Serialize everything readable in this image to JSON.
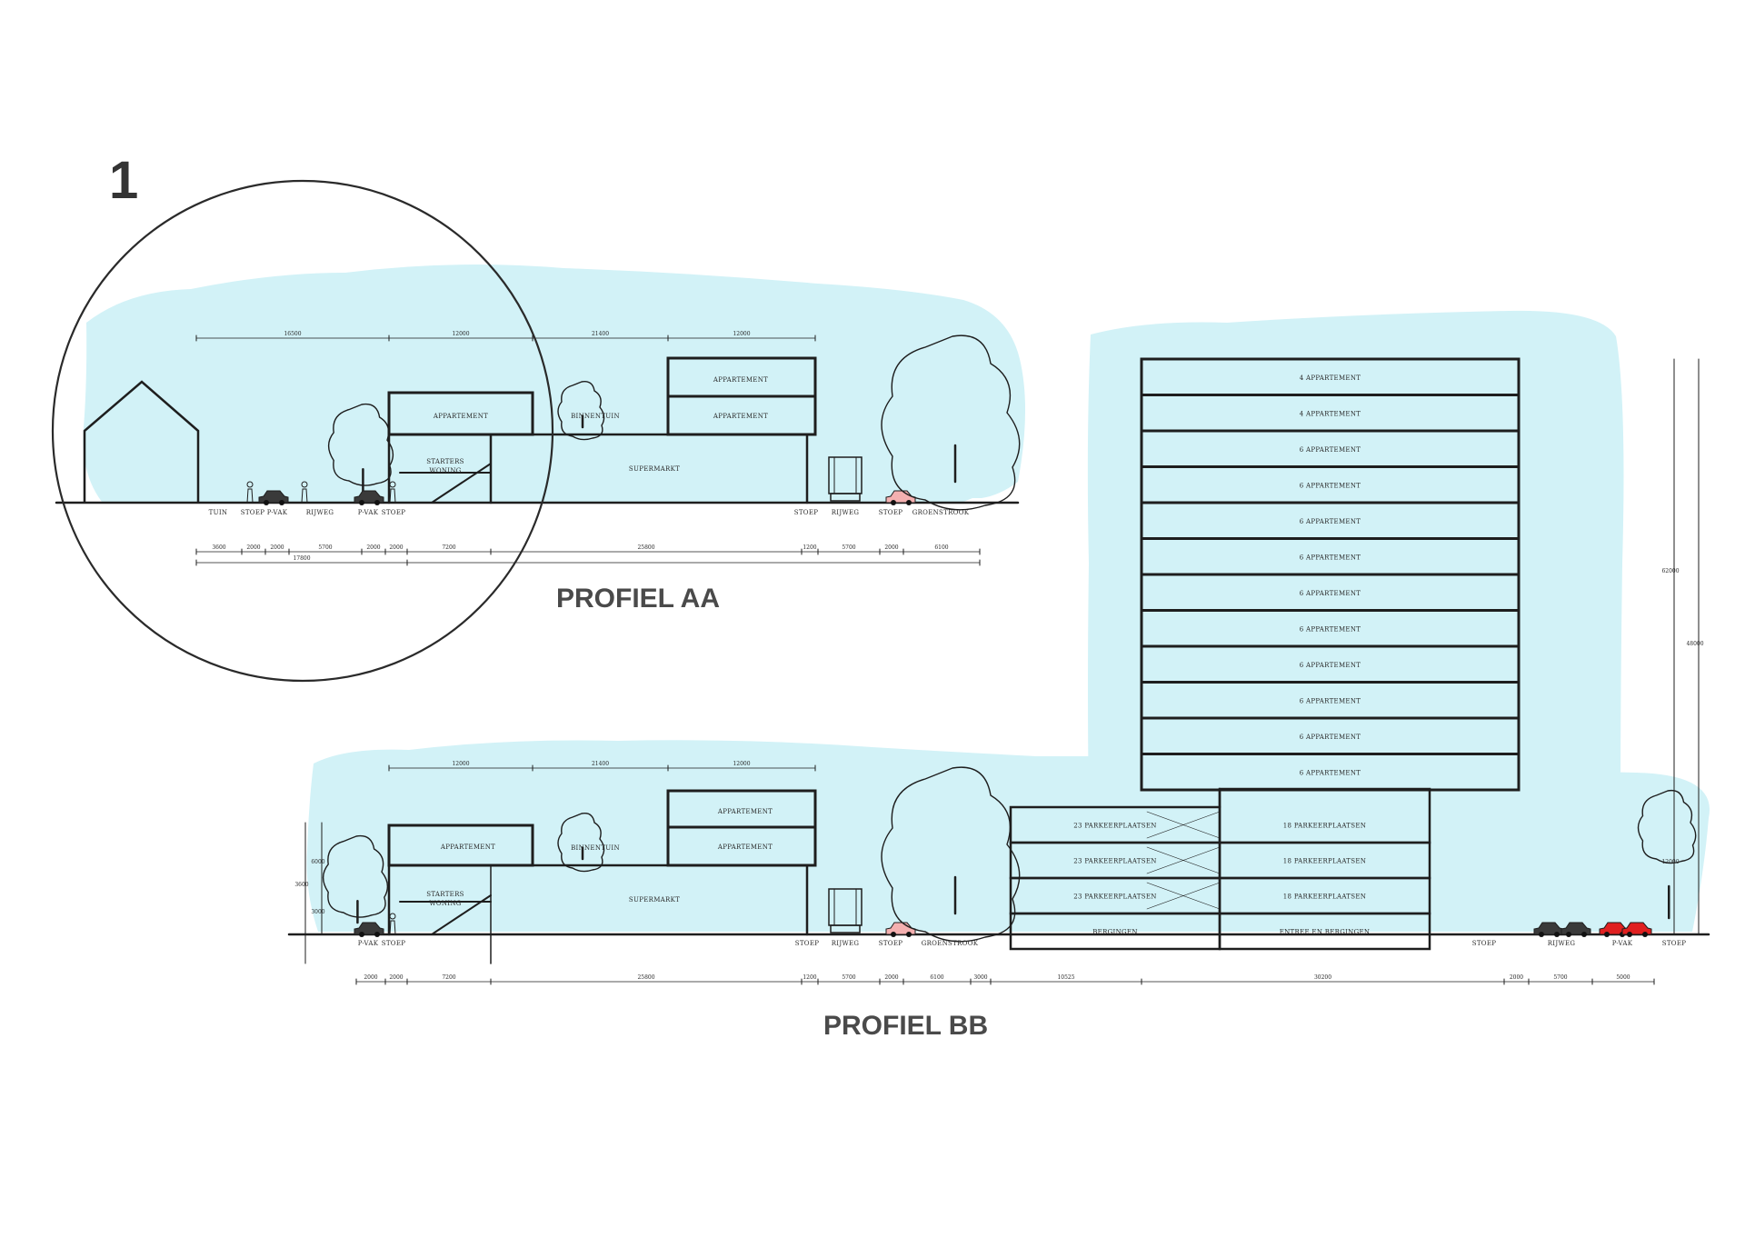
{
  "diagram_number": "1",
  "profiles": {
    "aa": {
      "title": "PROFIEL AA",
      "top_dims": [
        "16500",
        "12000",
        "21400",
        "12000"
      ],
      "buildings": {
        "appartement_left": "APPARTEMENT",
        "starters": [
          "STARTERS",
          "WONING"
        ],
        "binnentuin": "BINNENTUIN",
        "supermarkt": "SUPERMARKT",
        "appartement_upper": "APPARTEMENT",
        "appartement_lower": "APPARTEMENT"
      },
      "ground_labels": [
        "TUIN",
        "STOEP",
        "P-VAK",
        "RIJWEG",
        "P-VAK",
        "STOEP",
        "STOEP",
        "RIJWEG",
        "STOEP",
        "GROENSTROOK"
      ],
      "dims_row1": [
        "3600",
        "2000",
        "2000",
        "5700",
        "2000",
        "2000",
        "7200",
        "25800",
        "1200",
        "5700",
        "2000",
        "6100"
      ],
      "dims_row2": [
        "17800"
      ]
    },
    "bb": {
      "title": "PROFIEL BB",
      "top_dims": [
        "12000",
        "21400",
        "12000"
      ],
      "buildings": {
        "appartement_left": "APPARTEMENT",
        "starters": [
          "STARTERS",
          "WONING"
        ],
        "binnentuin": "BINNENTUIN",
        "supermarkt": "SUPERMARKT",
        "appartement_upper": "APPARTEMENT",
        "appartement_lower": "APPARTEMENT"
      },
      "tower_floors": [
        "4 APPARTEMENT",
        "4 APPARTEMENT",
        "6 APPARTEMENT",
        "6 APPARTEMENT",
        "6 APPARTEMENT",
        "6 APPARTEMENT",
        "6 APPARTEMENT",
        "6 APPARTEMENT",
        "6 APPARTEMENT",
        "6 APPARTEMENT",
        "6 APPARTEMENT",
        "6 APPARTEMENT"
      ],
      "garage_left": [
        "23 PARKEERPLAATSEN",
        "23 PARKEERPLAATSEN",
        "23 PARKEERPLAATSEN",
        "BERGINGEN"
      ],
      "garage_right": [
        "18 PARKEERPLAATSEN",
        "18 PARKEERPLAATSEN",
        "18 PARKEERPLAATSEN",
        "ENTREE EN BERGINGEN"
      ],
      "ground_labels": [
        "P-VAK",
        "STOEP",
        "STOEP",
        "RIJWEG",
        "STOEP",
        "GROENSTROOK",
        "STOEP",
        "RIJWEG",
        "P-VAK",
        "STOEP"
      ],
      "dims": [
        "2000",
        "2000",
        "7200",
        "25800",
        "1200",
        "5700",
        "2000",
        "6100",
        "3000",
        "10525",
        "30200",
        "2000",
        "5700",
        "5000"
      ],
      "left_heights": [
        "3600",
        "6000",
        "3000"
      ],
      "right_heights": [
        "62000",
        "48000",
        "12000"
      ]
    }
  },
  "colors": {
    "sky": "#d2f2f7",
    "line": "#1e1e1e",
    "accent_car": "#e02020",
    "text": "#4a4a4a"
  }
}
